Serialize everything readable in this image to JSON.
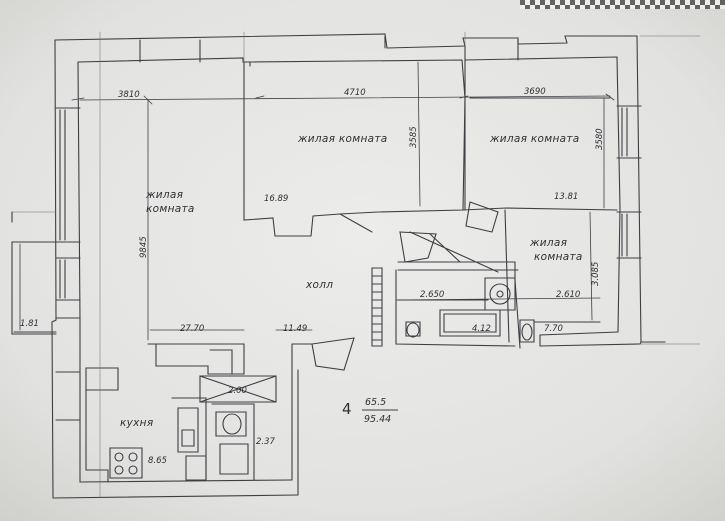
{
  "plan": {
    "rooms": {
      "living_left": [
        "жилая",
        "комната"
      ],
      "living_center": "жилая комната",
      "living_right": "жилая комната",
      "living_small": [
        "жилая",
        "комната"
      ],
      "hall": "холл",
      "kitchen": "кухня"
    },
    "dimensions": {
      "top_left": "3810",
      "top_center": "4710",
      "top_right": "3690",
      "left_vertical": "9845",
      "center_vertical": "3585",
      "right_vertical": "3580",
      "small_vertical": "3.085",
      "bath_width": "2.650",
      "small_room_width": "2.610",
      "balcony": "1.81"
    },
    "areas": {
      "center_room": "16.89",
      "right_room": "13.81",
      "left_room": "27.70",
      "hall": "11.49",
      "bathroom": "4.12",
      "small_room": "7.70",
      "corridor": "2.00",
      "wc": "2.37",
      "kitchen": "8.65"
    },
    "summary": {
      "rooms_count": "4",
      "living_area": "65.5",
      "total_area": "95.44"
    }
  }
}
